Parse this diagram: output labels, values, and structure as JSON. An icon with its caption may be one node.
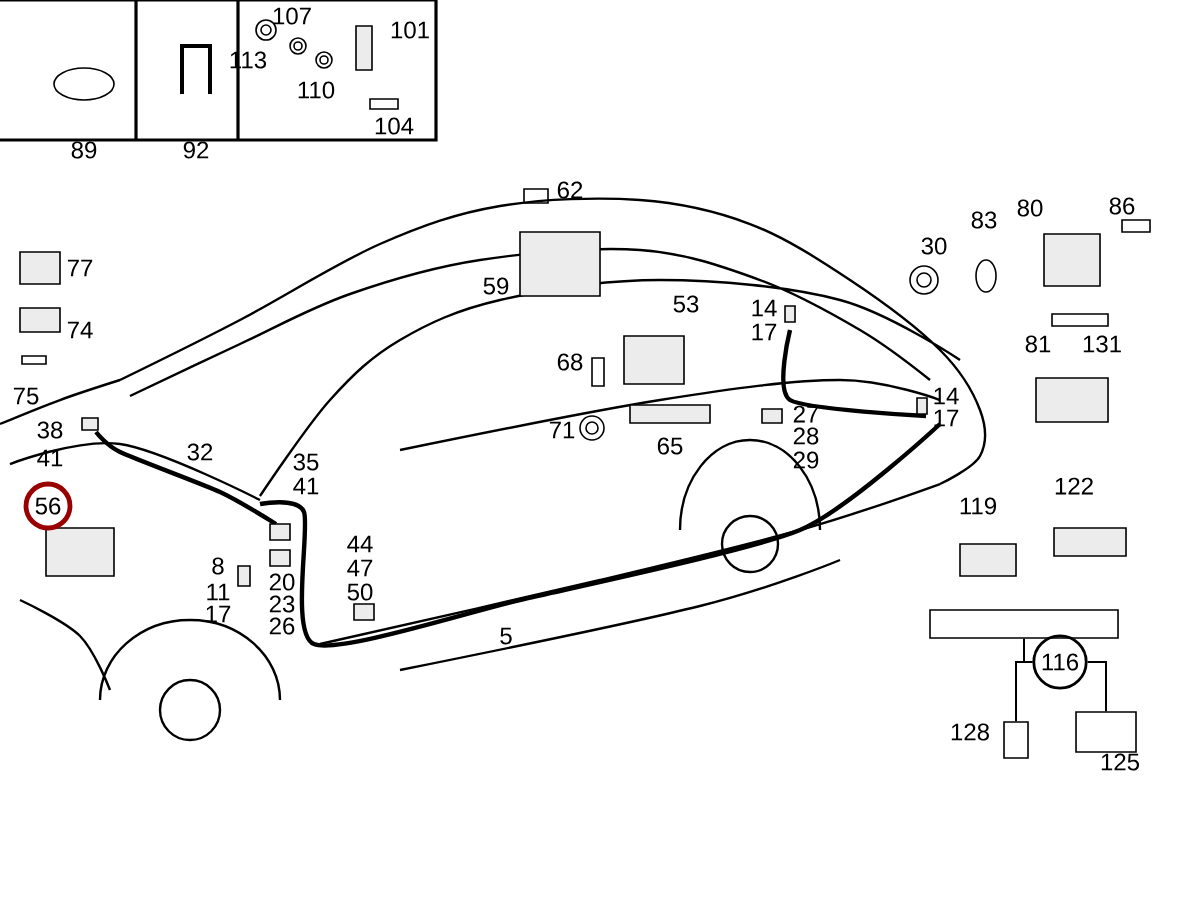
{
  "diagram": {
    "nodes": [
      {
        "text": [
          "56"
        ]
      },
      {
        "text": [
          "116"
        ]
      },
      {
        "text": [],
        "shape": "box"
      },
      {
        "text": [],
        "shape": "box"
      },
      {
        "text": [],
        "shape": "box"
      }
    ],
    "edges": [
      {
        "from": 1,
        "to": 2,
        "arrow": "none"
      },
      {
        "from": 1,
        "to": 3,
        "arrow": "none"
      },
      {
        "from": 1,
        "to": 4,
        "arrow": "none"
      }
    ],
    "labels": [
      "89",
      "92",
      "107",
      "101",
      "113",
      "110",
      "104",
      "77",
      "74",
      "75",
      "38",
      "41",
      "32",
      "35",
      "41",
      "8",
      "11",
      "17",
      "20",
      "23",
      "26",
      "44",
      "47",
      "50",
      "5",
      "62",
      "59",
      "68",
      "71",
      "53",
      "65",
      "14",
      "17",
      "27",
      "28",
      "29",
      "14",
      "17",
      "30",
      "83",
      "80",
      "86",
      "81",
      "131",
      "119",
      "122",
      "128",
      "125"
    ]
  }
}
